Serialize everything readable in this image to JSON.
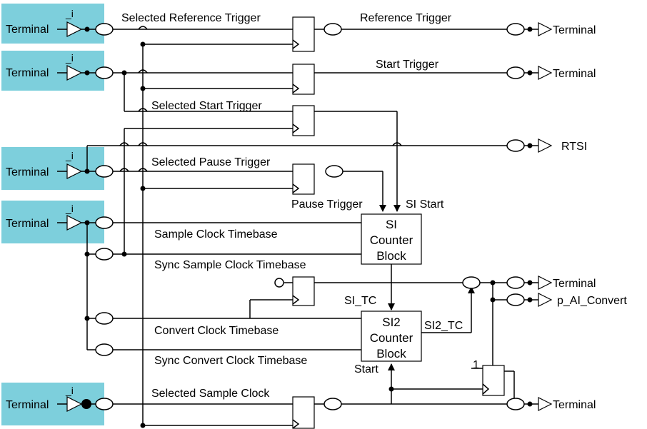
{
  "input_terminals": [
    {
      "label": "Terminal",
      "sub": "_i"
    },
    {
      "label": "Terminal",
      "sub": "_i"
    },
    {
      "label": "Terminal",
      "sub": "_i"
    },
    {
      "label": "Terminal",
      "sub": "_i"
    },
    {
      "label": "Terminal",
      "sub": "_i"
    }
  ],
  "output_terminals": {
    "reference": "Terminal",
    "start": "Terminal",
    "rtsi": "RTSI",
    "convert": "Terminal",
    "pai": "p_AI_Convert",
    "sample": "Terminal"
  },
  "labels": {
    "selected_reference_trigger": "Selected Reference Trigger",
    "reference_trigger": "Reference Trigger",
    "start_trigger": "Start Trigger",
    "selected_start_trigger": "Selected Start Trigger",
    "selected_pause_trigger": "Selected Pause Trigger",
    "pause_trigger": "Pause Trigger",
    "si_start": "SI Start",
    "sample_clock_timebase": "Sample Clock Timebase",
    "sync_sample_clock_timebase": "Sync Sample Clock Timebase",
    "si_tc": "SI_TC",
    "si2_tc": "SI2_TC",
    "convert_clock_timebase": "Convert Clock Timebase",
    "sync_convert_clock_timebase": "Sync Convert Clock Timebase",
    "start": "Start",
    "selected_sample_clock": "Selected Sample Clock",
    "one": "1"
  },
  "blocks": {
    "si": [
      "SI",
      "Counter",
      "Block"
    ],
    "si2": [
      "SI2",
      "Counter",
      "Block"
    ]
  }
}
